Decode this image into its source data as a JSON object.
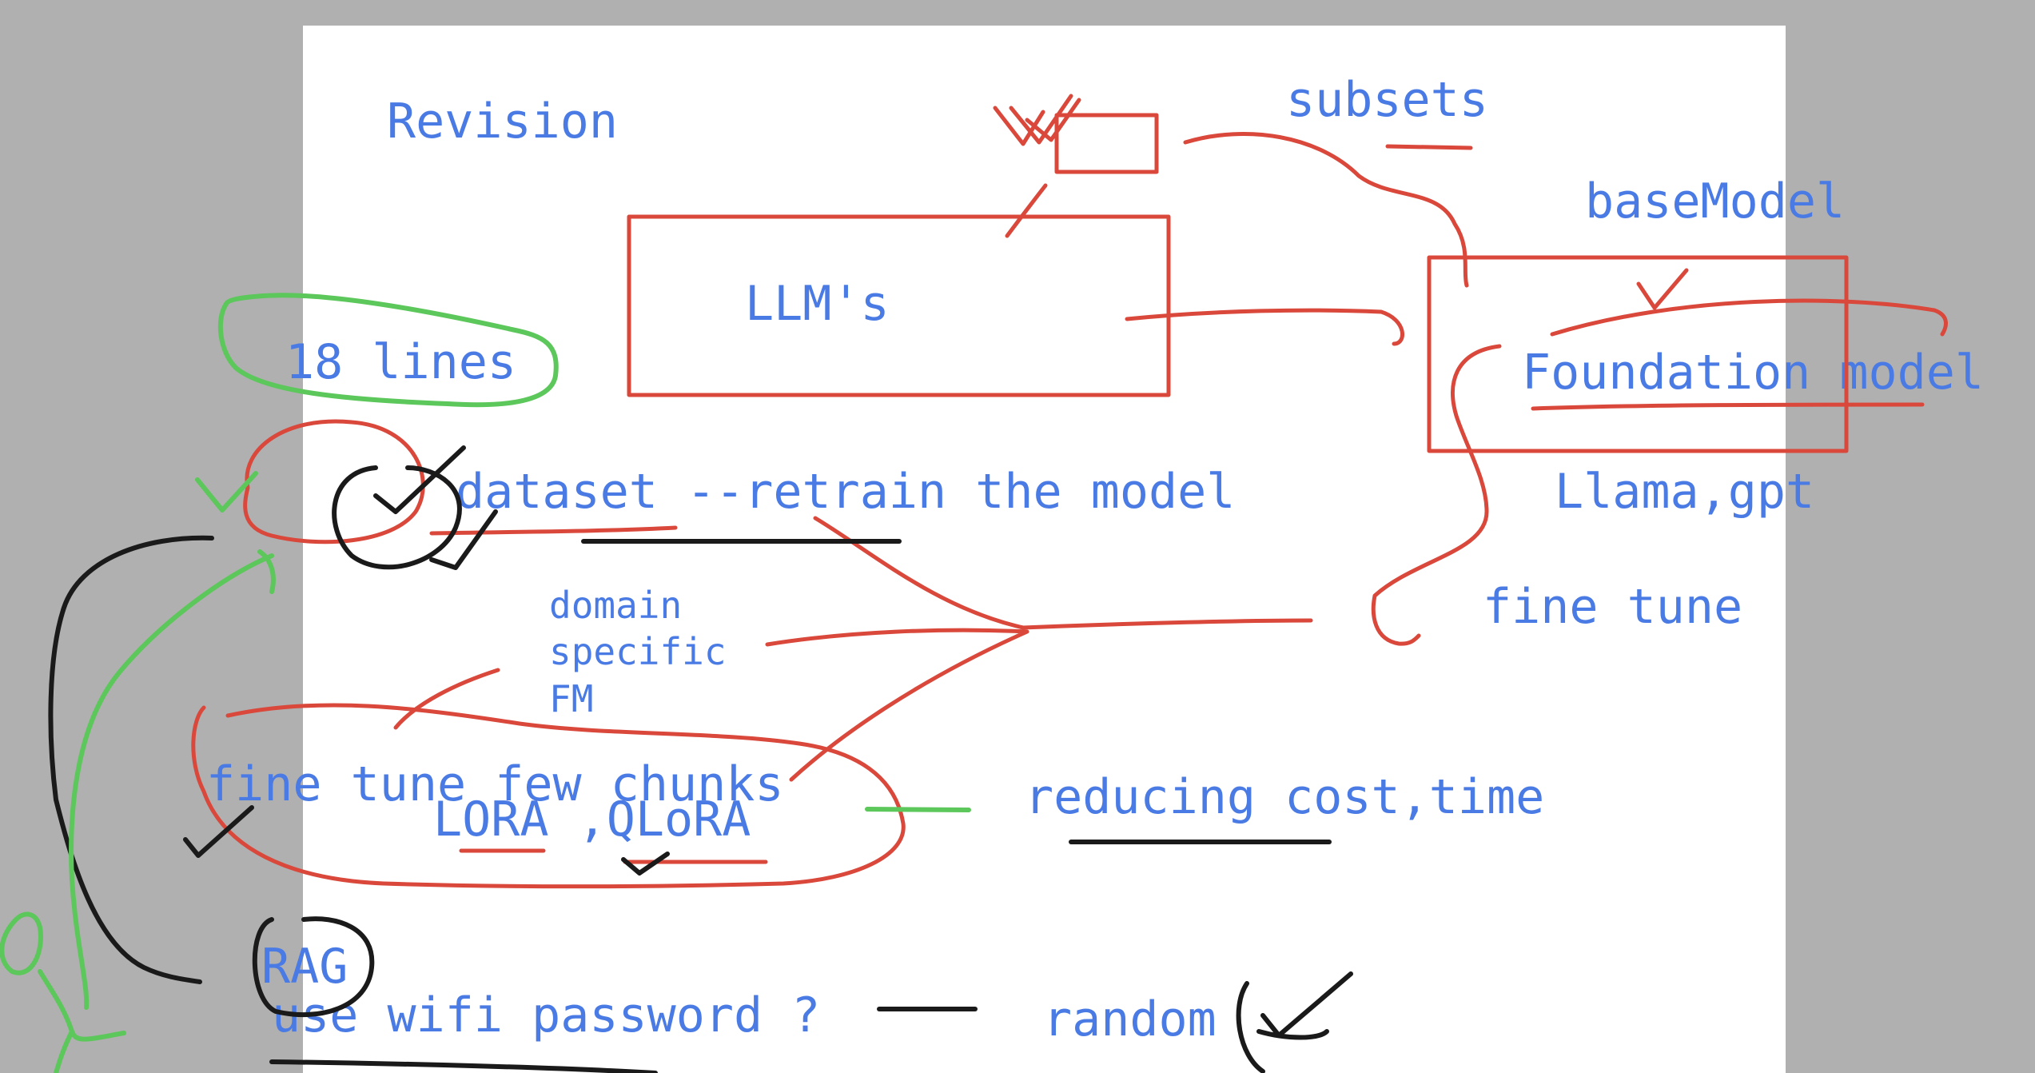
{
  "canvas": {
    "background_color": "#b0b0b0",
    "page_color": "#ffffff",
    "text_color": "#4a7be4",
    "ink_colors": {
      "red": "#d9483b",
      "black": "#1a1a1a",
      "green": "#5cc75a"
    }
  },
  "notes": {
    "title": "Revision",
    "subsets": "subsets",
    "llms": "LLM's",
    "base_model": "baseModel",
    "foundation_model": "Foundation model",
    "eighteen_lines": "18 lines",
    "dataset_retrain": "dataset --retrain the model",
    "llama_gpt": "Llama,gpt",
    "domain_specific_fm": [
      "domain",
      "specific",
      "FM"
    ],
    "fine_tune": "fine tune",
    "fine_tune_few_chunks": "fine tune few chunks",
    "lora_qlora": "LORA ,QLoRA",
    "reducing_cost_time": "reducing cost,time",
    "rag": "RAG",
    "use_wifi_password": "use wifi password ?",
    "random": "random"
  }
}
